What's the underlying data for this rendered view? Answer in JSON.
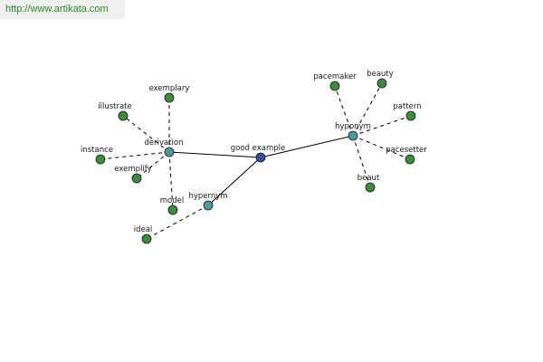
{
  "watermark": "http://www.artikata.com",
  "colors": {
    "leaf": "#3d8b3d",
    "relation": "#4a9a9a",
    "center": "#3c4c9c",
    "stroke": "#1a1a1a"
  },
  "nodes": {
    "center": "good example",
    "derivation": "derivation",
    "hyponym": "hyponym",
    "hypernym": "hypernym",
    "illustrate": "illustrate",
    "exemplary": "exemplary",
    "instance": "instance",
    "exemplify": "exemplify",
    "model": "model",
    "ideal": "ideal",
    "pacemaker": "pacemaker",
    "beauty": "beauty",
    "pattern": "pattern",
    "pacesetter": "pacesetter",
    "beaut": "beaut"
  }
}
